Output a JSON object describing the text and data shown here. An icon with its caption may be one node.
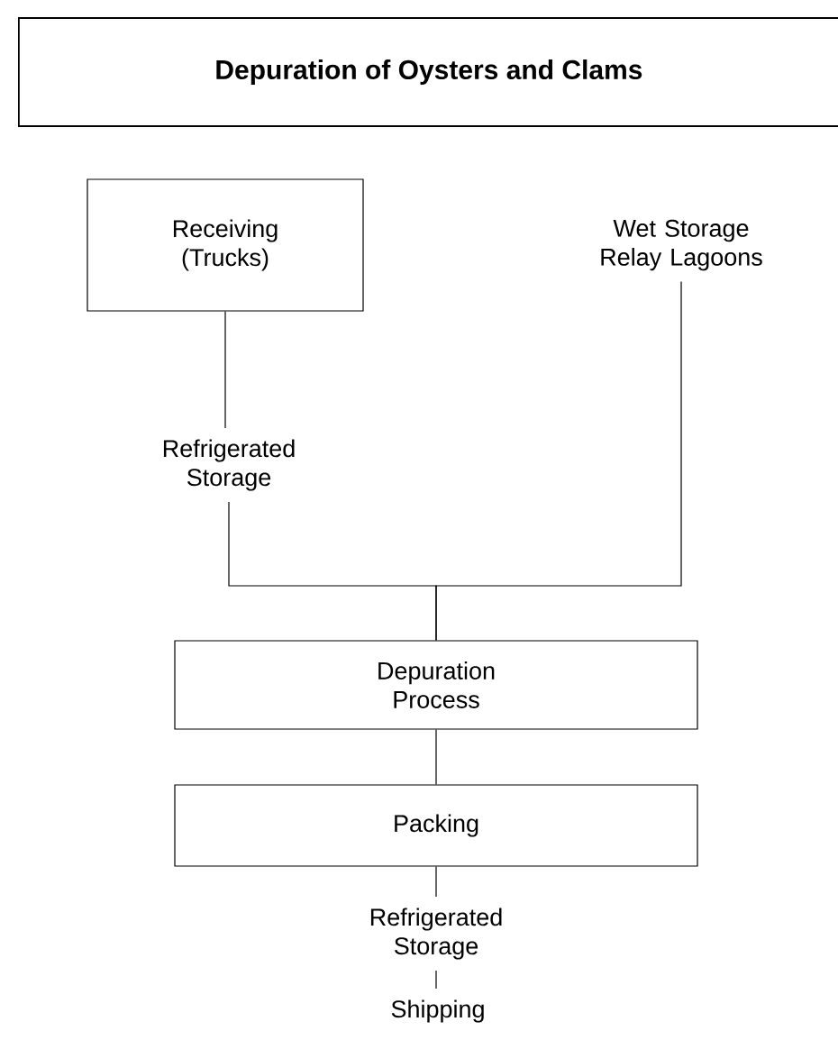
{
  "diagram": {
    "title": "Depuration of Oysters and Clams",
    "nodes": [
      {
        "text": [
          "Receiving (Trucks)"
        ]
      },
      {
        "text": [
          "Wet Storage Relay Lagoons"
        ]
      },
      {
        "text": [
          "Refrigerated Storage"
        ]
      },
      {
        "text": [
          "Depuration Process"
        ]
      },
      {
        "text": [
          "Packing"
        ]
      },
      {
        "text": [
          "Refrigerated Storage"
        ]
      },
      {
        "text": [
          "Shipping"
        ]
      }
    ],
    "edges": [
      {
        "from": 0,
        "to": 2,
        "arrow": "none"
      },
      {
        "from": 2,
        "to": 3,
        "arrow": "none"
      },
      {
        "from": 1,
        "to": 3,
        "arrow": "none"
      },
      {
        "from": 3,
        "to": 4,
        "arrow": "none"
      },
      {
        "from": 4,
        "to": 5,
        "arrow": "none"
      },
      {
        "from": 5,
        "to": 6,
        "arrow": "none"
      }
    ]
  }
}
